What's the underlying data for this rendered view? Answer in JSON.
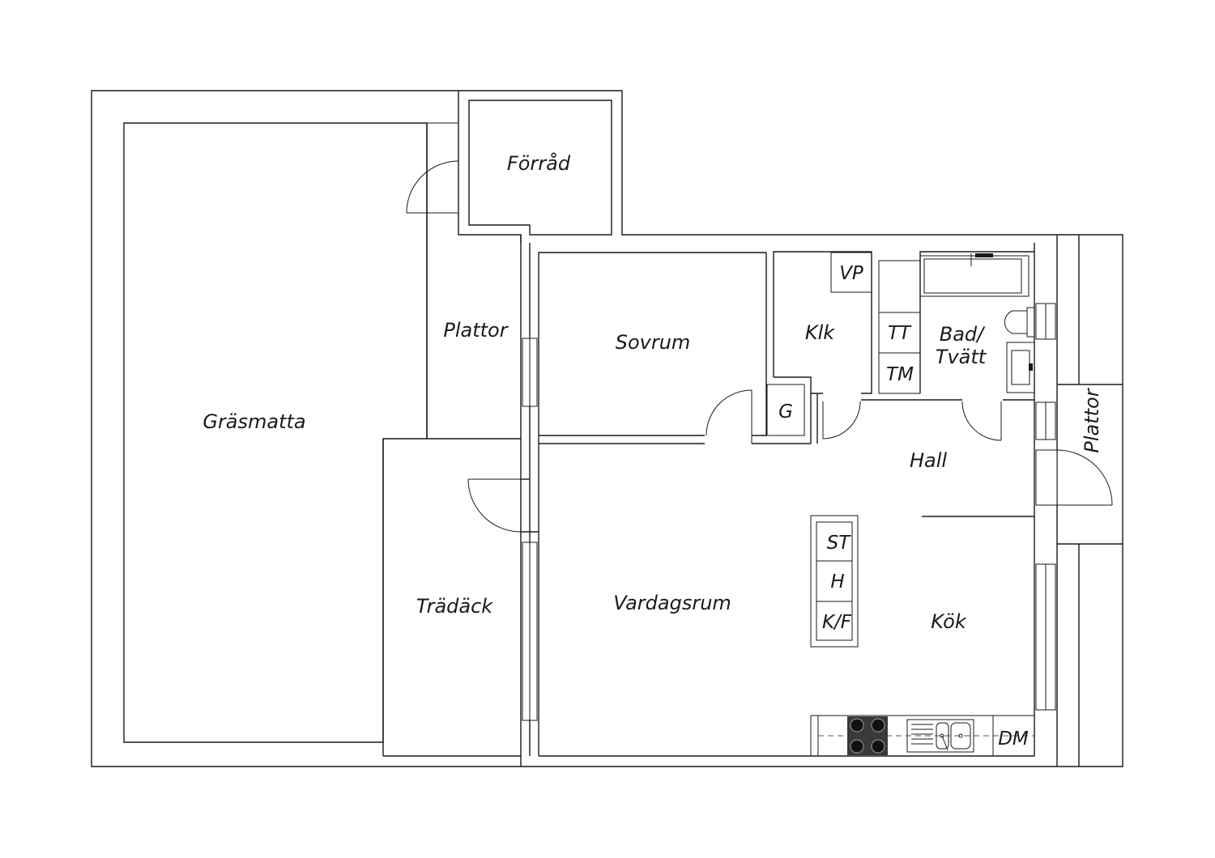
{
  "rooms": {
    "forrad": "Förråd",
    "plattor_left": "Plattor",
    "grasmatta": "Gräsmatta",
    "sovrum": "Sovrum",
    "klk": "Klk",
    "vp": "VP",
    "g": "G",
    "tt": "TT",
    "tm": "TM",
    "bad_line1": "Bad/",
    "bad_line2": "Tvätt",
    "hall": "Hall",
    "plattor_right": "Plattor",
    "tradack": "Trädäck",
    "vardagsrum": "Vardagsrum",
    "st": "ST",
    "h": "H",
    "kf": "K/F",
    "kok": "Kök",
    "dm": "DM"
  },
  "icons": [
    "stove-icon",
    "sink-icon",
    "bathtub-icon",
    "toilet-icon",
    "washbasin-icon"
  ],
  "colors": {
    "line": "#1a1a1a",
    "background": "#ffffff",
    "stove": "#3a3a3a"
  }
}
